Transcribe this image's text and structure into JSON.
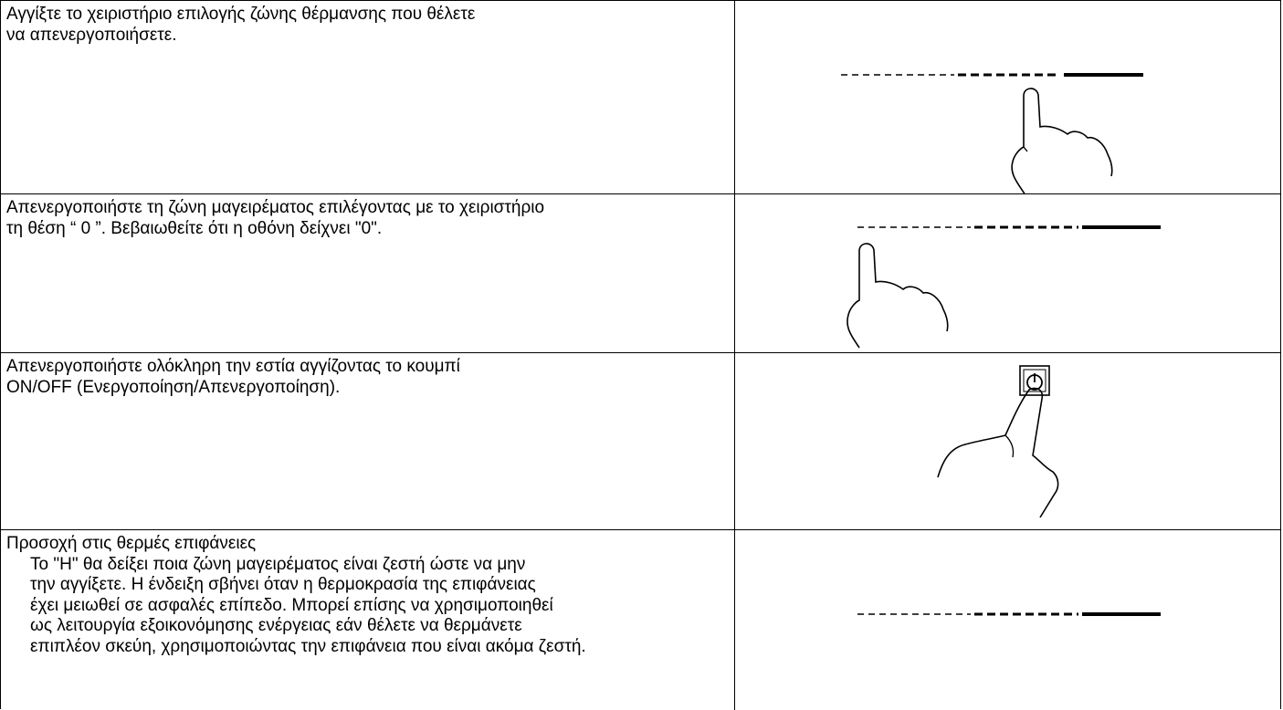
{
  "rows": [
    {
      "lines": [
        "Αγγίξτε το χειριστήριο επιλογής ζώνης θέρμανσης που θέλετε",
        "να απενεργοποιήσετε."
      ],
      "figure_icon": "slider-touch-hand-icon"
    },
    {
      "lines": [
        "Απενεργοποιήστε τη ζώνη μαγειρέματος επιλέγοντας με το χειριστήριο",
        "τη θέση “ 0 ”. Βεβαιωθείτε ότι η οθόνη δείχνει \"0\"."
      ],
      "figure_icon": "slider-zero-hand-icon"
    },
    {
      "lines": [
        "Απενεργοποιήστε ολόκληρη την εστία αγγίζοντας το κουμπί",
        "ON/OFF (Ενεργοποίηση/Απενεργοποίηση)."
      ],
      "figure_icon": "power-button-hand-icon"
    },
    {
      "heading": "Προσοχή στις θερμές επιφάνειες",
      "lines": [
        "Το \"H\" θα δείξει ποια ζώνη μαγειρέματος είναι ζεστή ώστε να μην",
        "την αγγίξετε. Η ένδειξη σβήνει όταν η θερμοκρασία της επιφάνειας",
        "έχει μειωθεί σε ασφαλές επίπεδο. Μπορεί επίσης να χρησιμοποιηθεί",
        "ως λειτουργία εξοικονόμησης ενέργειας εάν θέλετε να θερμάνετε",
        "επιπλέον σκεύη, χρησιμοποιώντας την επιφάνεια που είναι ακόμα ζεστή."
      ],
      "figure_icon": "slider-icon"
    }
  ]
}
